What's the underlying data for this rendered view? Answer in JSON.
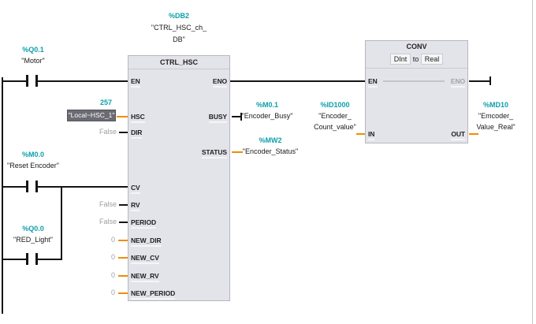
{
  "colors": {
    "operand_address": "#0C9FAB",
    "param_wire_orange": "#F28C00",
    "wire_black": "#141414",
    "block_fill": "#E3E3EA",
    "selected_operand_bg": "#6B6B73",
    "ghost_text": "#9C9EA3"
  },
  "contacts": {
    "motor": {
      "address": "%Q0.1",
      "name": "\"Motor\""
    },
    "reset": {
      "address": "%M0.0",
      "name": "\"Reset Encoder\""
    },
    "red": {
      "address": "%Q0.0",
      "name": "\"RED_Light\""
    }
  },
  "ctrl": {
    "db_address": "%DB2",
    "db_name_1": "\"CTRL_HSC_ch_",
    "db_name_2": "DB\"",
    "title": "CTRL_HSC",
    "pins_left": [
      "EN",
      "HSC",
      "DIR",
      "CV",
      "RV",
      "PERIOD",
      "NEW_DIR",
      "NEW_CV",
      "NEW_RV",
      "NEW_PERIOD"
    ],
    "pins_right": [
      "ENO",
      "BUSY",
      "STATUS"
    ],
    "inputs": {
      "hsc_value": "257",
      "hsc_operand": "\"Local~HSC_1\"",
      "dir": "False",
      "rv": "False",
      "period": "False",
      "new_dir": "0",
      "new_cv": "0",
      "new_rv": "0",
      "new_period": "0"
    },
    "outputs": {
      "busy_address": "%M0.1",
      "busy_name": "\"Encoder_Busy\"",
      "status_address": "%MW2",
      "status_name": "\"Encoder_Status\""
    }
  },
  "conv": {
    "title": "CONV",
    "type_from": "DInt",
    "type_join": "to",
    "type_to": "Real",
    "pins_left": [
      "EN",
      "IN"
    ],
    "pins_right": [
      "ENO",
      "OUT"
    ],
    "input": {
      "address": "%ID1000",
      "name_1": "\"Encoder_",
      "name_2": "Count_value\""
    },
    "output": {
      "address": "%MD10",
      "name_1": "\"Emcoder_",
      "name_2": "Value_Real\""
    }
  }
}
